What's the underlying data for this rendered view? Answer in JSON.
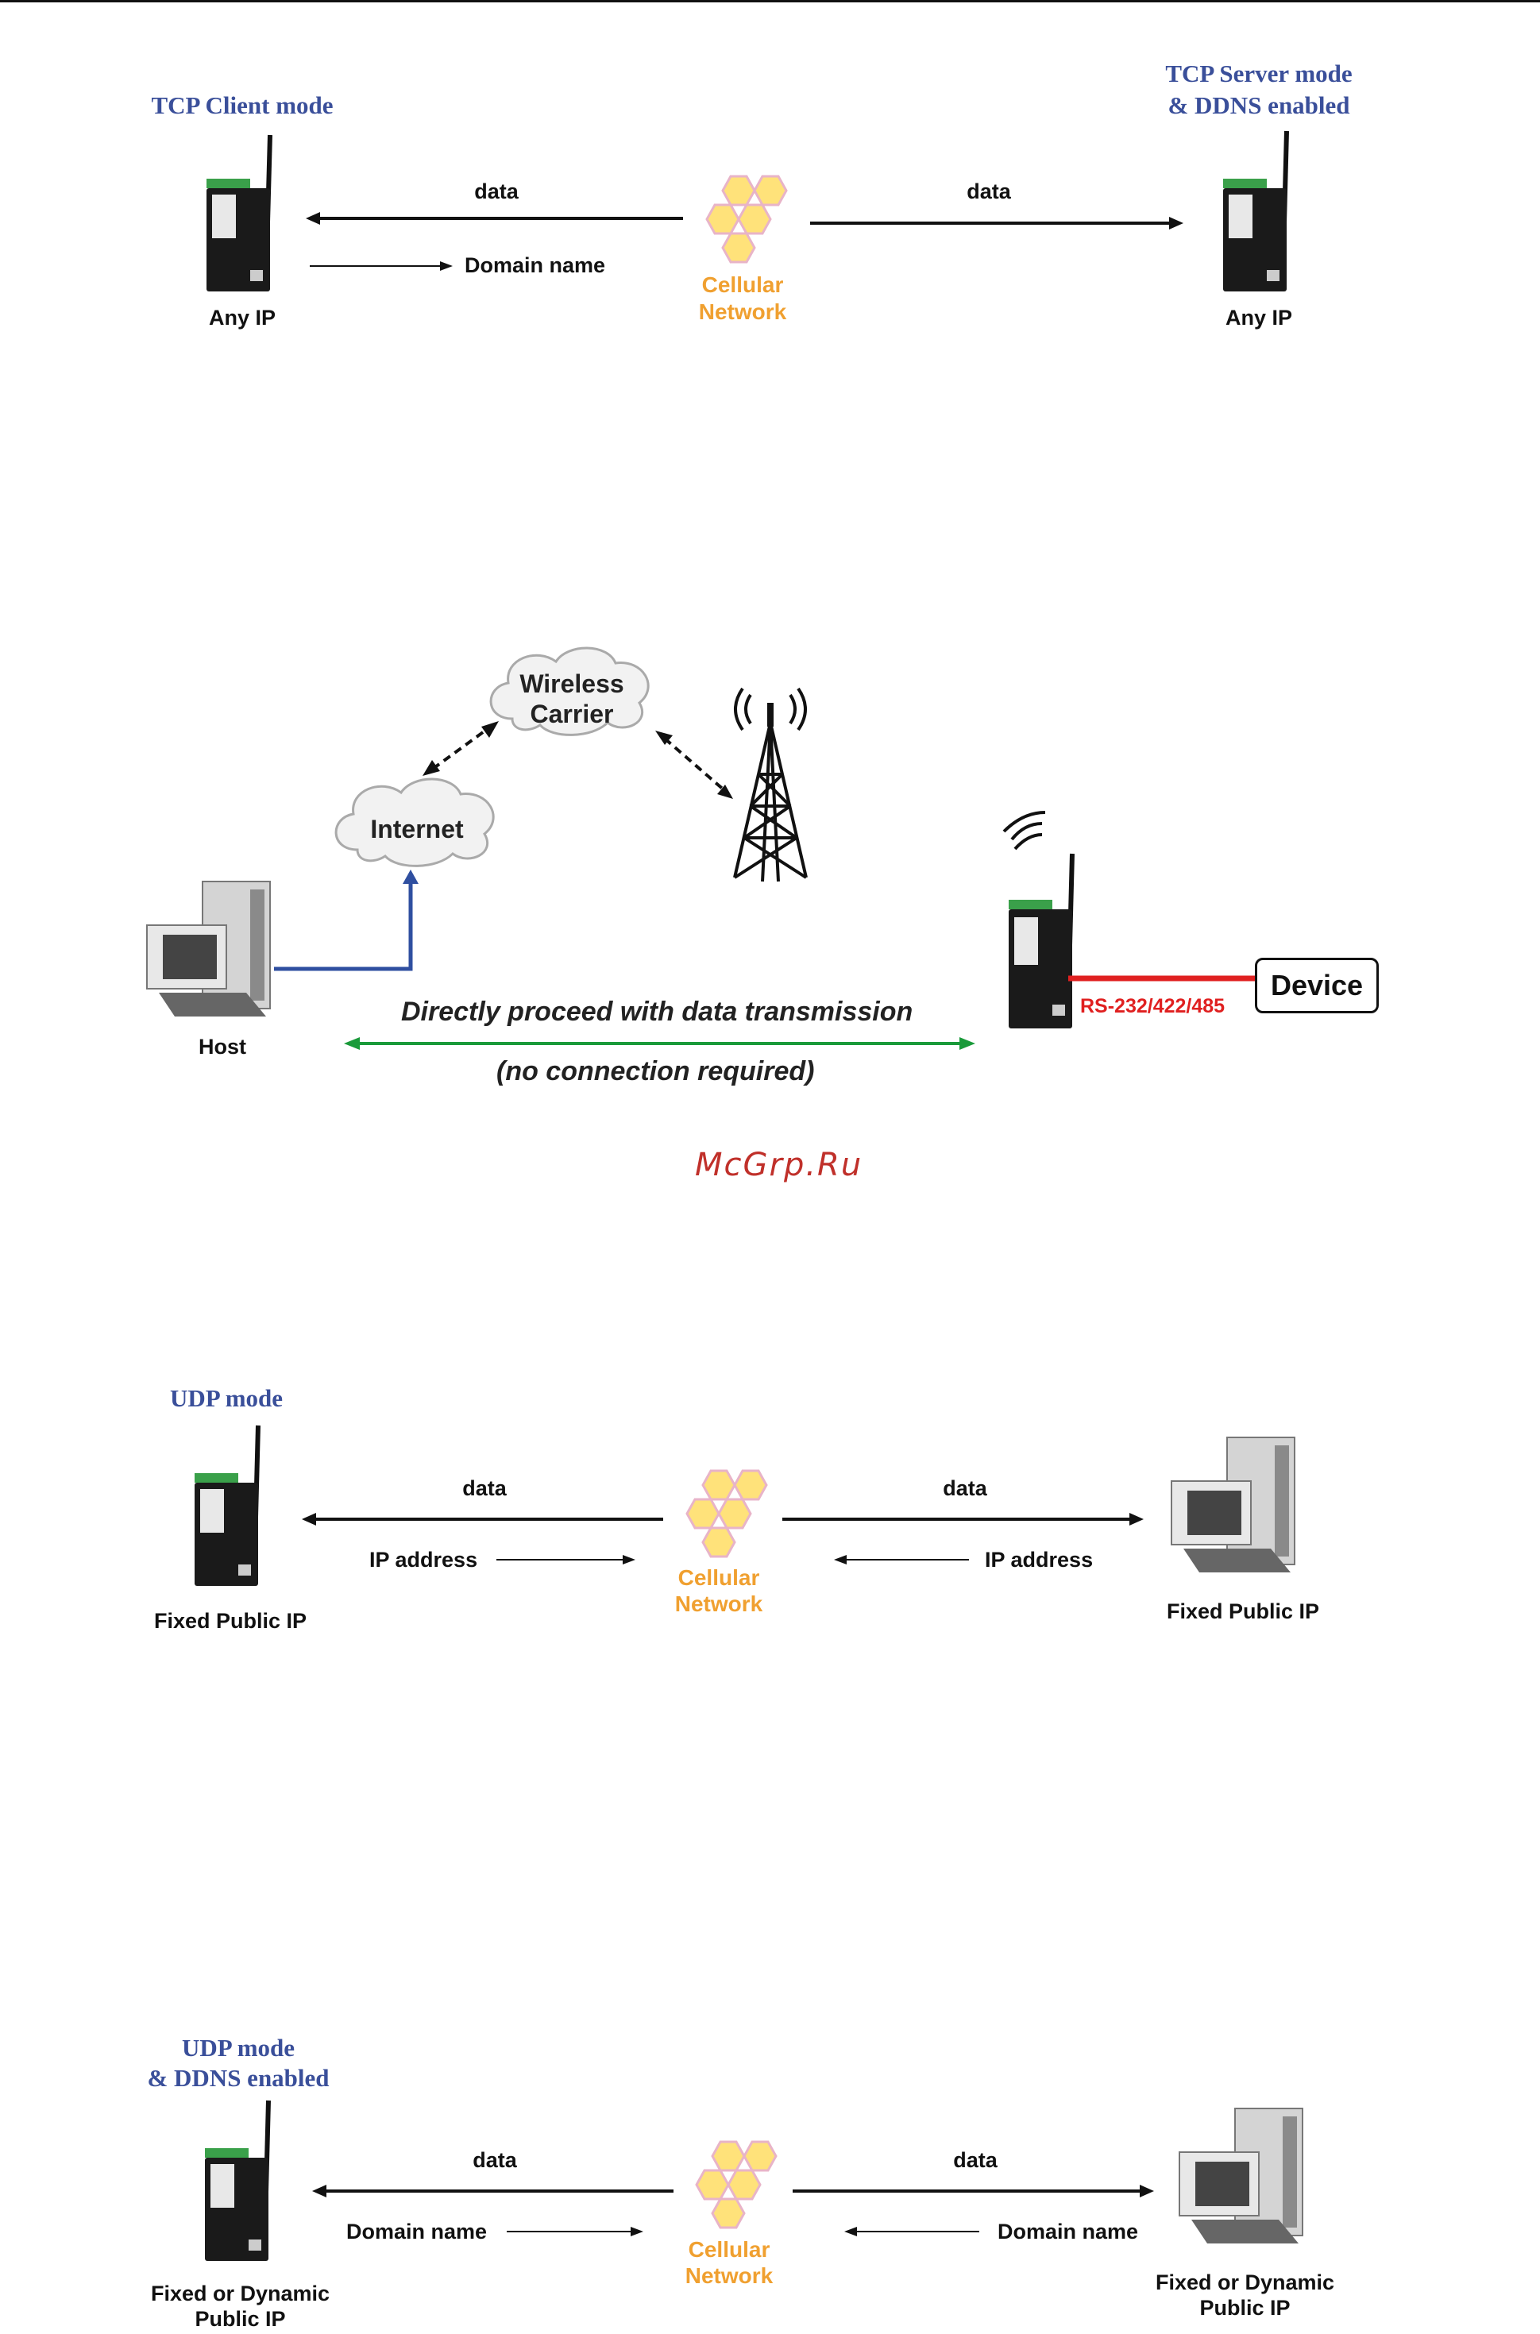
{
  "tcp": {
    "client_title": "TCP Client mode",
    "server_title_l1": "TCP Server mode",
    "server_title_l2": "& DDNS enabled",
    "left_data": "data",
    "right_data": "data",
    "domain_name": "Domain name",
    "cellular_l1": "Cellular",
    "cellular_l2": "Network",
    "left_ip": "Any IP",
    "right_ip": "Any IP"
  },
  "direct": {
    "cloud_wireless_l1": "Wireless",
    "cloud_wireless_l2": "Carrier",
    "cloud_internet": "Internet",
    "host": "Host",
    "transmission": "Directly proceed with data transmission",
    "no_connection": "(no connection required)",
    "serial": "RS-232/422/485",
    "device": "Device"
  },
  "watermark": "McGrp.Ru",
  "udp": {
    "title": "UDP mode",
    "left_data": "data",
    "right_data": "data",
    "left_ip_address": "IP address",
    "right_ip_address": "IP address",
    "cellular_l1": "Cellular",
    "cellular_l2": "Network",
    "left_ip": "Fixed Public IP",
    "right_ip": "Fixed Public IP"
  },
  "udp_ddns": {
    "title_l1": "UDP mode",
    "title_l2": "& DDNS enabled",
    "left_data": "data",
    "right_data": "data",
    "left_domain": "Domain name",
    "right_domain": "Domain name",
    "cellular_l1": "Cellular",
    "cellular_l2": "Network",
    "left_ip_l1": "Fixed or Dynamic",
    "left_ip_l2": "Public IP",
    "right_ip_l1": "Fixed or Dynamic",
    "right_ip_l2": "Public IP"
  },
  "colors": {
    "title_blue": "#3a4f9a",
    "cellular_orange": "#f0a030",
    "hex_fill": "#ffe27a",
    "green_arrow": "#1a9a3a",
    "blue_line": "#2f4fa0",
    "serial_red": "#e02020"
  }
}
